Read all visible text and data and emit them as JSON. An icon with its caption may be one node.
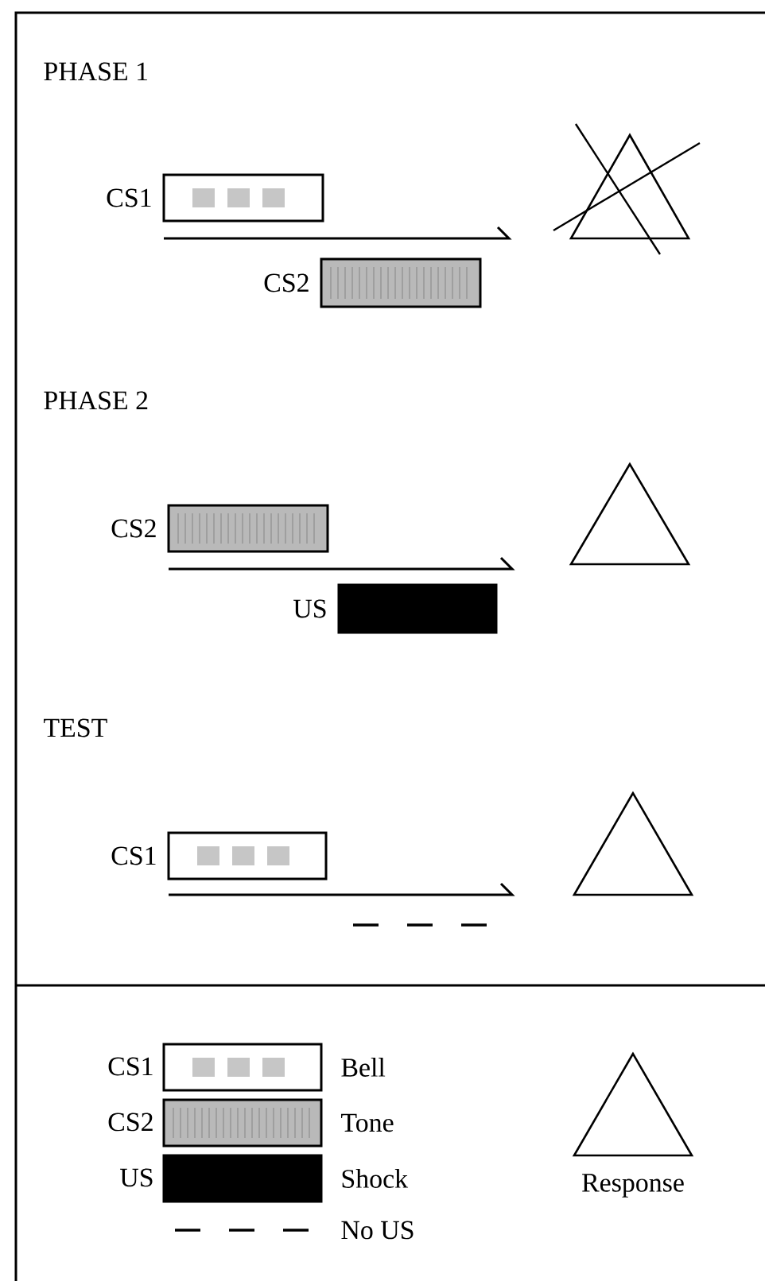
{
  "diagram": {
    "nodes": [
      {
        "text": [],
        "shape": "bar",
        "beside": [
          "CS1"
        ]
      },
      {
        "text": [],
        "shape": "triangle"
      },
      {
        "text": [],
        "shape": "bar",
        "beside": [
          "CS2"
        ]
      },
      {
        "text": [],
        "shape": "bar",
        "beside": [
          "CS2"
        ]
      },
      {
        "text": [],
        "shape": "triangle"
      },
      {
        "text": [],
        "shape": "bar",
        "beside": [
          "US"
        ]
      },
      {
        "text": [],
        "shape": "bar",
        "beside": [
          "CS1"
        ]
      },
      {
        "text": [],
        "shape": "triangle"
      },
      {
        "text": [],
        "shape": "triangle",
        "beside": [
          "Response"
        ]
      }
    ],
    "edges": [],
    "labels": [
      "PHASE 1",
      "PHASE 2",
      "TEST",
      "CS1",
      "CS2",
      "US"
    ],
    "legend": [
      {
        "text": "Bell"
      },
      {
        "text": "Tone"
      },
      {
        "text": "Shock"
      },
      {
        "text": "No US"
      }
    ]
  }
}
